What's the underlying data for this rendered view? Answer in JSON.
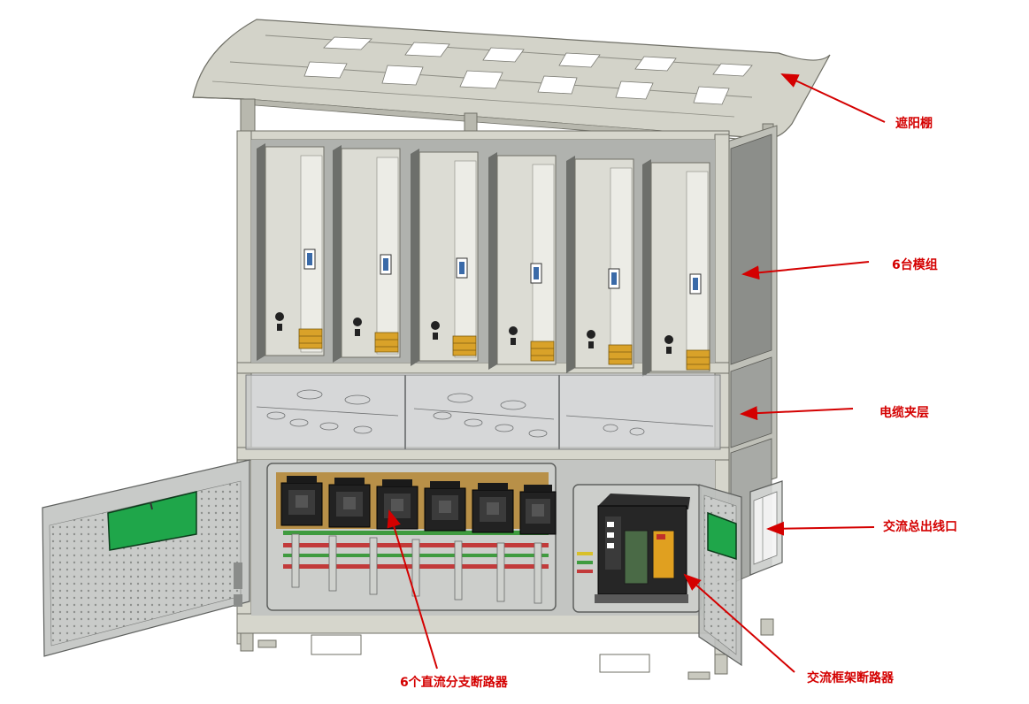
{
  "callouts": {
    "sunshade": "遮阳棚",
    "modules": "6台模组",
    "cable_layer": "电缆夹层",
    "ac_outlet": "交流总出线口",
    "dc_breakers": "6个直流分支断路器",
    "ac_breaker": "交流框架断路器"
  },
  "colors": {
    "callout": "#d40000",
    "frame": "#cfcfc3",
    "panel": "#dcdcd2",
    "window_green": "#1fa64a",
    "busbar_red": "#c23a3a",
    "busbar_green": "#3f9b3f",
    "copper": "#c8962e",
    "breaker_black": "#222222"
  }
}
